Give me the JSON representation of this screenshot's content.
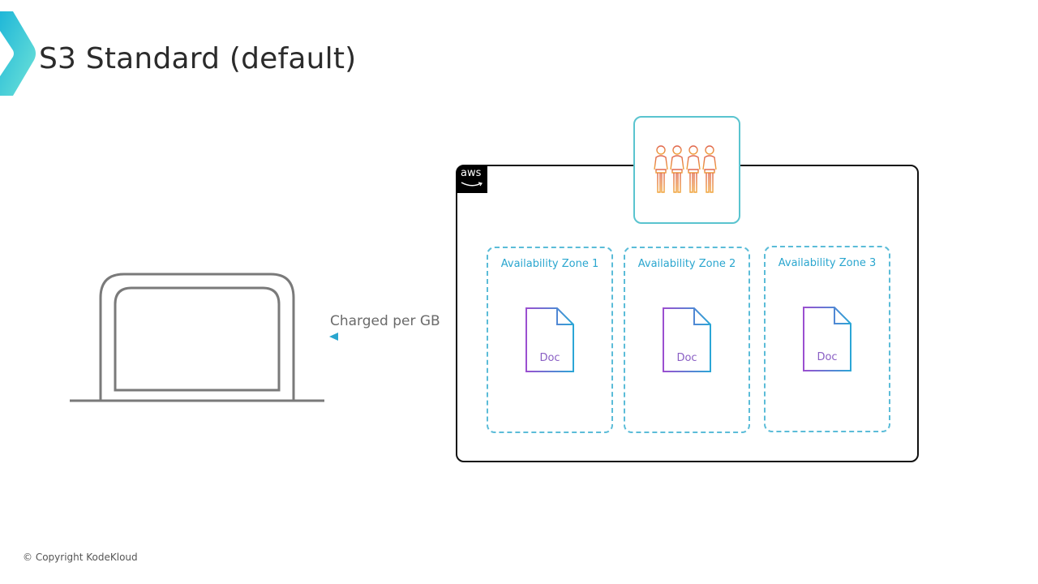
{
  "slide": {
    "title": "S3 Standard (default)",
    "copyright": "© Copyright KodeKloud"
  },
  "diagram": {
    "cloud_logo_text": "aws",
    "users_icon": "users-group-icon",
    "charge_label": "Charged per GB",
    "client_icon": "laptop-icon",
    "availability_zones": [
      {
        "label": "Availability Zone 1",
        "doc_label": "Doc"
      },
      {
        "label": "Availability Zone 2",
        "doc_label": "Doc"
      },
      {
        "label": "Availability Zone 3",
        "doc_label": "Doc"
      }
    ],
    "colors": {
      "zone_border": "#5bbcd8",
      "zone_text": "#2aa6cf",
      "doc_gradient_start": "#9b4fd0",
      "doc_gradient_end": "#2ba6d6",
      "users_stroke_top": "#e0664f",
      "users_stroke_bottom": "#f0a33a",
      "arrow_start": "#2aa6cf",
      "arrow_end": "#7fe0d0"
    }
  }
}
